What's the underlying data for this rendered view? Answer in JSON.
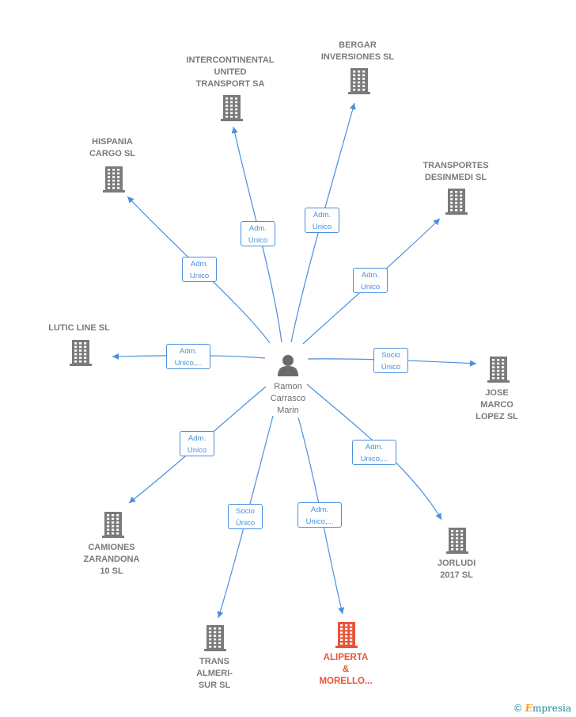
{
  "person": {
    "name_lines": [
      "Ramon",
      "Carrasco",
      "Marin"
    ]
  },
  "companies": [
    {
      "id": "intercontinental",
      "lines": [
        "INTERCONTINENTAL",
        "UNITED",
        "TRANSPORT SA"
      ],
      "role_lines": [
        "Adm.",
        "Unico"
      ],
      "highlight": false
    },
    {
      "id": "bergar",
      "lines": [
        "BERGAR",
        "INVERSIONES SL"
      ],
      "role_lines": [
        "Adm.",
        "Unico"
      ],
      "highlight": false
    },
    {
      "id": "hispania",
      "lines": [
        "HISPANIA",
        "CARGO  SL"
      ],
      "role_lines": [
        "Adm.",
        "Unico"
      ],
      "highlight": false
    },
    {
      "id": "transportes",
      "lines": [
        "TRANSPORTES",
        "DESINMEDI  SL"
      ],
      "role_lines": [
        "Adm.",
        "Unico"
      ],
      "highlight": false
    },
    {
      "id": "lutic",
      "lines": [
        "LUTIC LINE  SL"
      ],
      "role_lines": [
        "Adm.",
        "Unico,..."
      ],
      "highlight": false
    },
    {
      "id": "jose",
      "lines": [
        "JOSE",
        "MARCO",
        "LOPEZ SL"
      ],
      "role_lines": [
        "Socio",
        "Único"
      ],
      "highlight": false
    },
    {
      "id": "camiones",
      "lines": [
        "CAMIONES",
        "ZARANDONA",
        "10 SL"
      ],
      "role_lines": [
        "Adm.",
        "Unico"
      ],
      "highlight": false
    },
    {
      "id": "jorludi",
      "lines": [
        "JORLUDI",
        "2017  SL"
      ],
      "role_lines": [
        "Adm.",
        "Unico,..."
      ],
      "highlight": false
    },
    {
      "id": "trans",
      "lines": [
        "TRANS",
        "ALMERI-",
        "SUR SL"
      ],
      "role_lines": [
        "Socio",
        "Único"
      ],
      "highlight": false
    },
    {
      "id": "aliperta",
      "lines": [
        "ALIPERTA",
        "&",
        "MORELLO..."
      ],
      "role_lines": [
        "Adm.",
        "Unico,..."
      ],
      "highlight": true
    }
  ],
  "colors": {
    "edge": "#4a8fdc",
    "building": "#7a7a7a",
    "building_highlight": "#e8553a",
    "person": "#6b6b6b"
  },
  "icons": {
    "company": "building-icon",
    "person": "person-icon",
    "copyright": "copyright-icon"
  },
  "brand": {
    "copyright": "©",
    "first_letter": "E",
    "rest": "mpresia"
  }
}
